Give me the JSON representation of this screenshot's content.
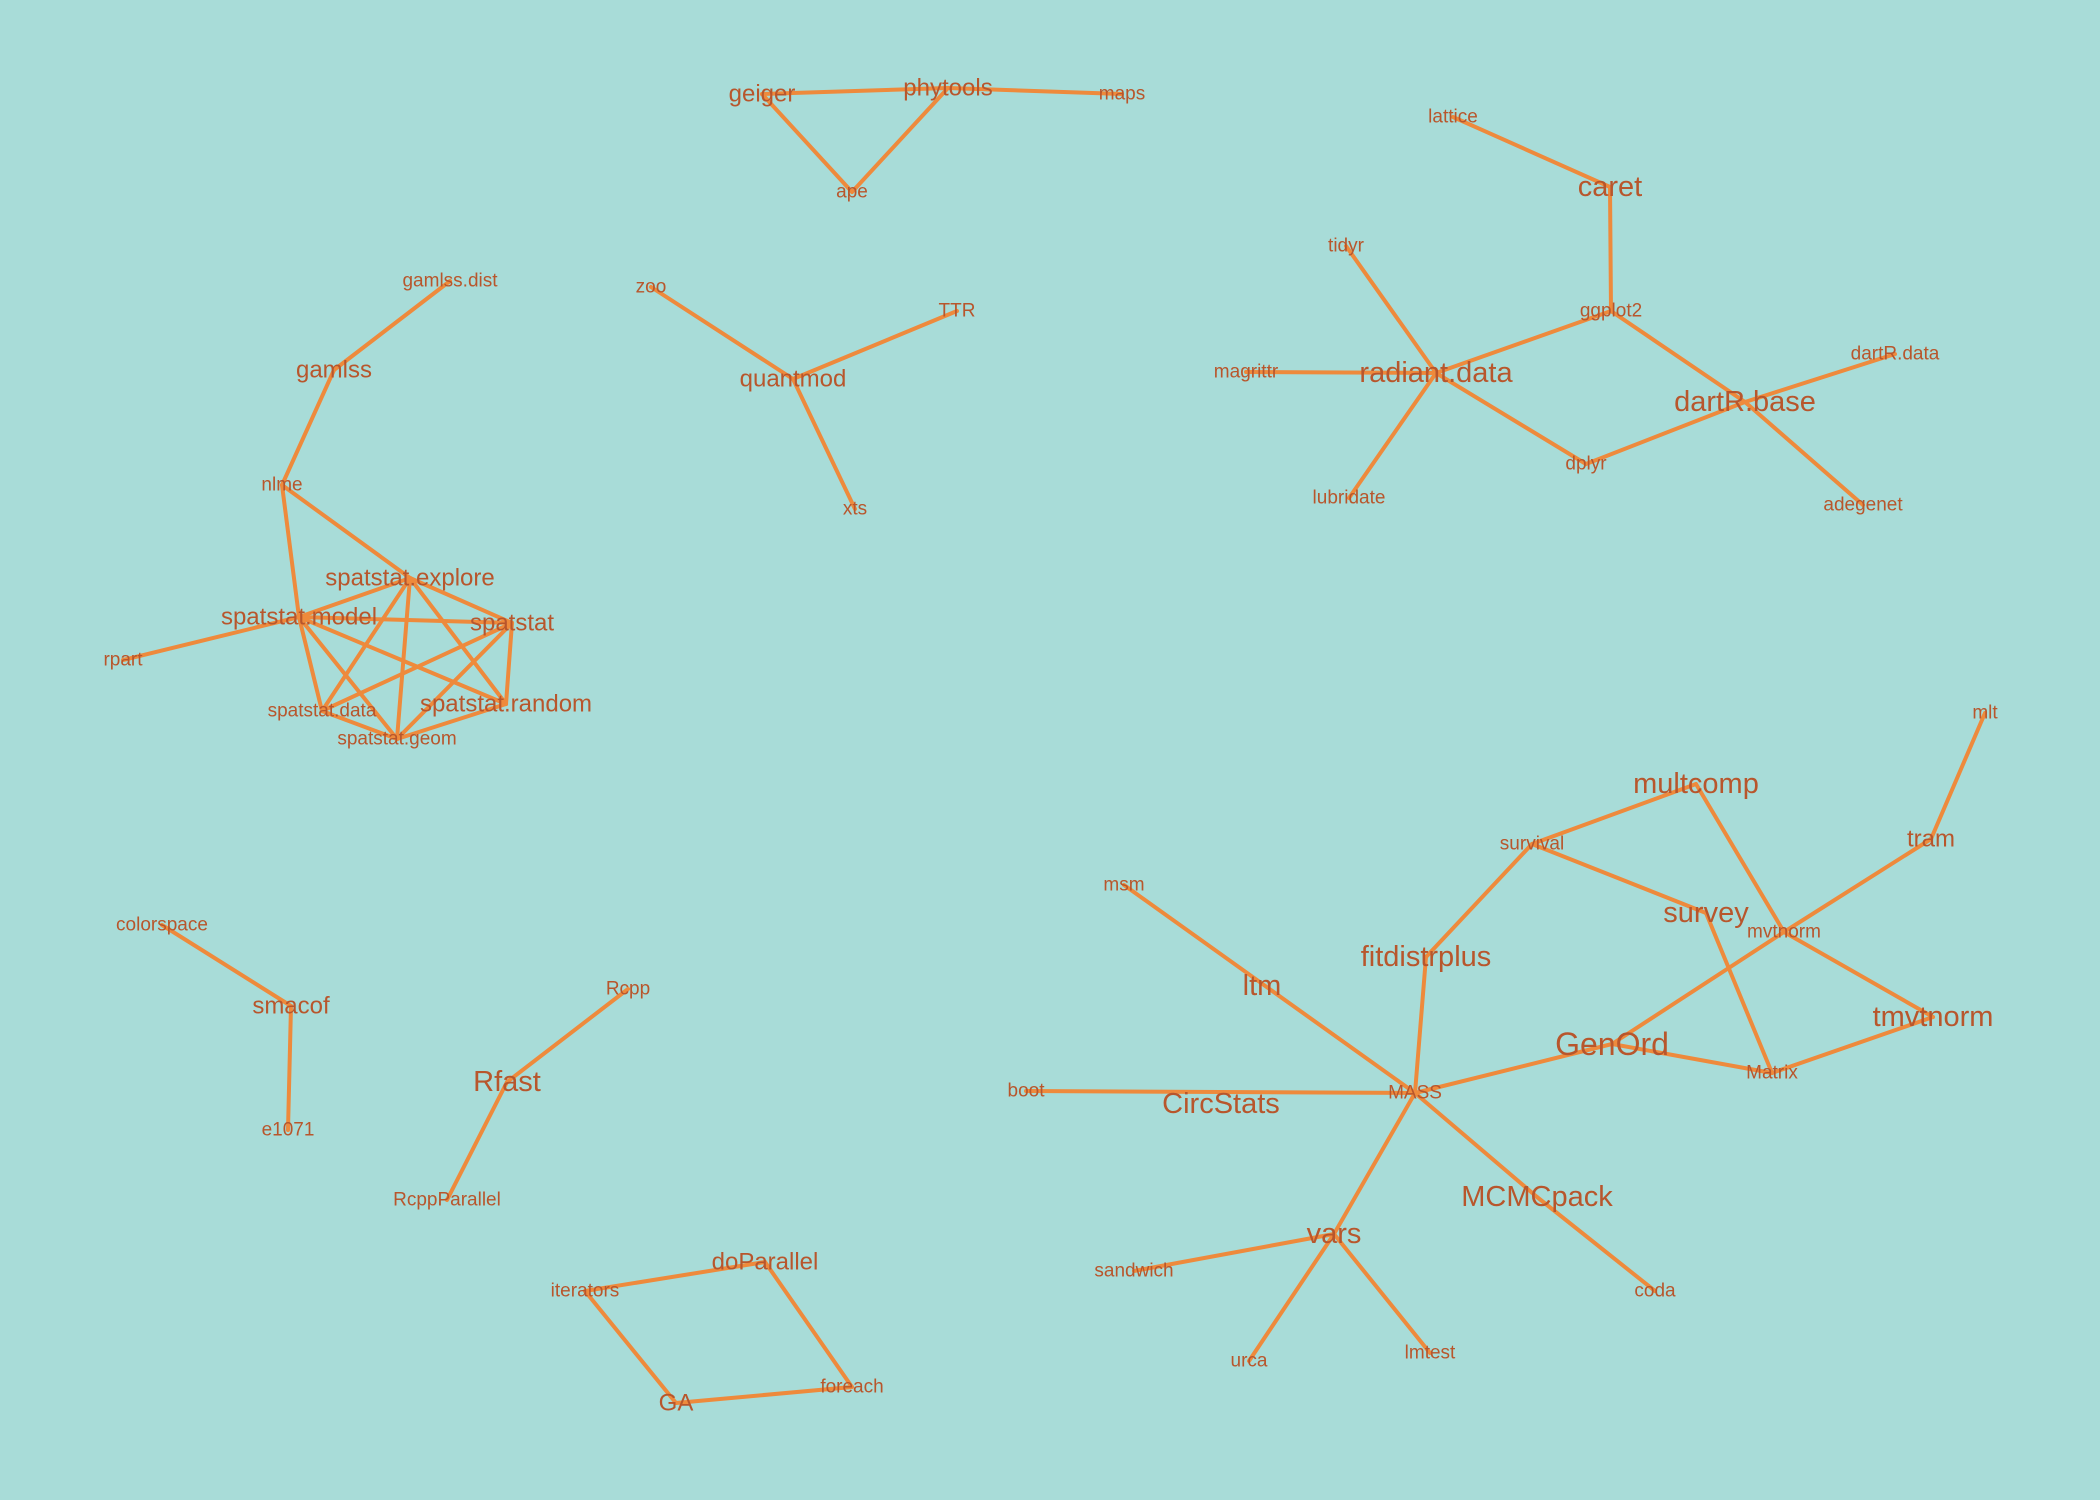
{
  "colors": {
    "background": "#a8dcd8",
    "edge": "#ee8a3c",
    "label": "#b8562c"
  },
  "nodes": [
    {
      "id": "geiger",
      "label": "geiger",
      "size": "large"
    },
    {
      "id": "phytools",
      "label": "phytools",
      "size": "large"
    },
    {
      "id": "maps",
      "label": "maps",
      "size": "small"
    },
    {
      "id": "ape",
      "label": "ape",
      "size": "small"
    },
    {
      "id": "lattice",
      "label": "lattice",
      "size": "small"
    },
    {
      "id": "caret",
      "label": "caret",
      "size": "xlarge"
    },
    {
      "id": "tidyr",
      "label": "tidyr",
      "size": "small"
    },
    {
      "id": "ggplot2",
      "label": "ggplot2",
      "size": "small"
    },
    {
      "id": "dartR.data",
      "label": "dartR.data",
      "size": "small"
    },
    {
      "id": "magrittr",
      "label": "magrittr",
      "size": "small"
    },
    {
      "id": "radiant.data",
      "label": "radiant.data",
      "size": "xlarge"
    },
    {
      "id": "dartR.base",
      "label": "dartR.base",
      "size": "xlarge"
    },
    {
      "id": "dplyr",
      "label": "dplyr",
      "size": "small"
    },
    {
      "id": "lubridate",
      "label": "lubridate",
      "size": "small"
    },
    {
      "id": "adegenet",
      "label": "adegenet",
      "size": "small"
    },
    {
      "id": "gamlss.dist",
      "label": "gamlss.dist",
      "size": "small"
    },
    {
      "id": "gamlss",
      "label": "gamlss",
      "size": "large"
    },
    {
      "id": "zoo",
      "label": "zoo",
      "size": "small"
    },
    {
      "id": "TTR",
      "label": "TTR",
      "size": "small"
    },
    {
      "id": "quantmod",
      "label": "quantmod",
      "size": "large"
    },
    {
      "id": "xts",
      "label": "xts",
      "size": "small"
    },
    {
      "id": "nlme",
      "label": "nlme",
      "size": "small"
    },
    {
      "id": "spatstat.explore",
      "label": "spatstat.explore",
      "size": "large"
    },
    {
      "id": "spatstat.model",
      "label": "spatstat.model",
      "size": "large"
    },
    {
      "id": "spatstat",
      "label": "spatstat",
      "size": "large"
    },
    {
      "id": "rpart",
      "label": "rpart",
      "size": "small"
    },
    {
      "id": "spatstat.random",
      "label": "spatstat.random",
      "size": "large"
    },
    {
      "id": "spatstat.data",
      "label": "spatstat.data",
      "size": "small"
    },
    {
      "id": "spatstat.geom",
      "label": "spatstat.geom",
      "size": "small"
    },
    {
      "id": "mlt",
      "label": "mlt",
      "size": "small"
    },
    {
      "id": "multcomp",
      "label": "multcomp",
      "size": "xlarge"
    },
    {
      "id": "survival",
      "label": "survival",
      "size": "small"
    },
    {
      "id": "tram",
      "label": "tram",
      "size": "large"
    },
    {
      "id": "msm",
      "label": "msm",
      "size": "small"
    },
    {
      "id": "survey",
      "label": "survey",
      "size": "xlarge"
    },
    {
      "id": "mvtnorm",
      "label": "mvtnorm",
      "size": "small"
    },
    {
      "id": "fitdistrplus",
      "label": "fitdistrplus",
      "size": "xlarge"
    },
    {
      "id": "ltm",
      "label": "ltm",
      "size": "xlarge"
    },
    {
      "id": "tmvtnorm",
      "label": "tmvtnorm",
      "size": "xlarge"
    },
    {
      "id": "GenOrd",
      "label": "GenOrd",
      "size": "xxlarge"
    },
    {
      "id": "Matrix",
      "label": "Matrix",
      "size": "small"
    },
    {
      "id": "boot",
      "label": "boot",
      "size": "small"
    },
    {
      "id": "CircStats",
      "label": "CircStats",
      "size": "xlarge"
    },
    {
      "id": "MASS",
      "label": "MASS",
      "size": "small"
    },
    {
      "id": "MCMCpack",
      "label": "MCMCpack",
      "size": "xlarge"
    },
    {
      "id": "vars",
      "label": "vars",
      "size": "xlarge"
    },
    {
      "id": "sandwich",
      "label": "sandwich",
      "size": "small"
    },
    {
      "id": "coda",
      "label": "coda",
      "size": "small"
    },
    {
      "id": "urca",
      "label": "urca",
      "size": "small"
    },
    {
      "id": "lmtest",
      "label": "lmtest",
      "size": "small"
    },
    {
      "id": "colorspace",
      "label": "colorspace",
      "size": "small"
    },
    {
      "id": "smacof",
      "label": "smacof",
      "size": "large"
    },
    {
      "id": "e1071",
      "label": "e1071",
      "size": "small"
    },
    {
      "id": "Rcpp",
      "label": "Rcpp",
      "size": "small"
    },
    {
      "id": "Rfast",
      "label": "Rfast",
      "size": "xlarge"
    },
    {
      "id": "RcppParallel",
      "label": "RcppParallel",
      "size": "small"
    },
    {
      "id": "doParallel",
      "label": "doParallel",
      "size": "large"
    },
    {
      "id": "iterators",
      "label": "iterators",
      "size": "small"
    },
    {
      "id": "GA",
      "label": "GA",
      "size": "large"
    },
    {
      "id": "foreach",
      "label": "foreach",
      "size": "small"
    }
  ],
  "edges": [
    [
      "geiger",
      "phytools"
    ],
    [
      "phytools",
      "maps"
    ],
    [
      "geiger",
      "ape"
    ],
    [
      "phytools",
      "ape"
    ],
    [
      "lattice",
      "caret"
    ],
    [
      "caret",
      "ggplot2"
    ],
    [
      "ggplot2",
      "radiant.data"
    ],
    [
      "ggplot2",
      "dartR.base"
    ],
    [
      "tidyr",
      "radiant.data"
    ],
    [
      "magrittr",
      "radiant.data"
    ],
    [
      "radiant.data",
      "lubridate"
    ],
    [
      "radiant.data",
      "dplyr"
    ],
    [
      "dplyr",
      "dartR.base"
    ],
    [
      "dartR.base",
      "dartR.data"
    ],
    [
      "dartR.base",
      "adegenet"
    ],
    [
      "gamlss.dist",
      "gamlss"
    ],
    [
      "gamlss",
      "nlme"
    ],
    [
      "zoo",
      "quantmod"
    ],
    [
      "quantmod",
      "TTR"
    ],
    [
      "quantmod",
      "xts"
    ],
    [
      "nlme",
      "spatstat.explore"
    ],
    [
      "nlme",
      "spatstat.model"
    ],
    [
      "rpart",
      "spatstat.model"
    ],
    [
      "spatstat.model",
      "spatstat.explore"
    ],
    [
      "spatstat.model",
      "spatstat"
    ],
    [
      "spatstat.model",
      "spatstat.random"
    ],
    [
      "spatstat.model",
      "spatstat.data"
    ],
    [
      "spatstat.model",
      "spatstat.geom"
    ],
    [
      "spatstat.explore",
      "spatstat"
    ],
    [
      "spatstat.explore",
      "spatstat.random"
    ],
    [
      "spatstat.explore",
      "spatstat.data"
    ],
    [
      "spatstat.explore",
      "spatstat.geom"
    ],
    [
      "spatstat",
      "spatstat.random"
    ],
    [
      "spatstat",
      "spatstat.data"
    ],
    [
      "spatstat",
      "spatstat.geom"
    ],
    [
      "spatstat.random",
      "spatstat.geom"
    ],
    [
      "spatstat.data",
      "spatstat.geom"
    ],
    [
      "mlt",
      "tram"
    ],
    [
      "tram",
      "mvtnorm"
    ],
    [
      "multcomp",
      "survival"
    ],
    [
      "multcomp",
      "mvtnorm"
    ],
    [
      "survival",
      "survey"
    ],
    [
      "survival",
      "fitdistrplus"
    ],
    [
      "survey",
      "Matrix"
    ],
    [
      "mvtnorm",
      "tmvtnorm"
    ],
    [
      "mvtnorm",
      "GenOrd"
    ],
    [
      "Matrix",
      "tmvtnorm"
    ],
    [
      "Matrix",
      "GenOrd"
    ],
    [
      "msm",
      "MASS"
    ],
    [
      "fitdistrplus",
      "MASS"
    ],
    [
      "GenOrd",
      "MASS"
    ],
    [
      "boot",
      "MASS"
    ],
    [
      "MASS",
      "MCMCpack"
    ],
    [
      "MCMCpack",
      "coda"
    ],
    [
      "MASS",
      "vars"
    ],
    [
      "vars",
      "sandwich"
    ],
    [
      "vars",
      "urca"
    ],
    [
      "vars",
      "lmtest"
    ],
    [
      "colorspace",
      "smacof"
    ],
    [
      "smacof",
      "e1071"
    ],
    [
      "Rcpp",
      "Rfast"
    ],
    [
      "Rfast",
      "RcppParallel"
    ],
    [
      "doParallel",
      "iterators"
    ],
    [
      "iterators",
      "GA"
    ],
    [
      "GA",
      "foreach"
    ],
    [
      "foreach",
      "doParallel"
    ]
  ]
}
